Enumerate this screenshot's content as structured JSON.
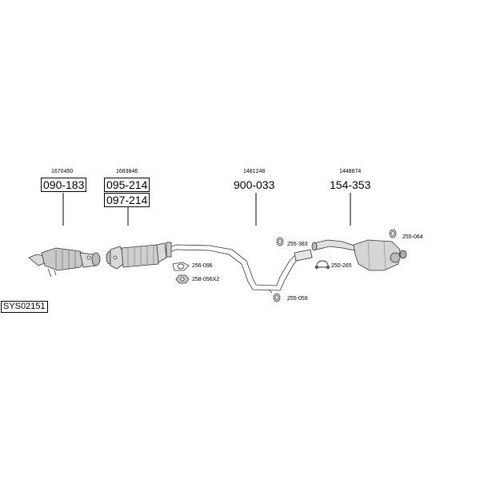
{
  "diagram": {
    "system_code": "SYS02151",
    "parts": [
      {
        "oem": "1670450",
        "codes": [
          "090-183"
        ]
      },
      {
        "oem": "1683846",
        "codes": [
          "095-214",
          "097-214"
        ]
      },
      {
        "oem": "1481248",
        "codes": [
          "900-033"
        ]
      },
      {
        "oem": "1448874",
        "codes": [
          "154-353"
        ]
      }
    ],
    "accessories": [
      {
        "code": "256-096"
      },
      {
        "code": "258-056X2"
      },
      {
        "code": "255-383"
      },
      {
        "code": "250-265"
      },
      {
        "code": "255-064"
      },
      {
        "code": "255-059"
      }
    ]
  }
}
